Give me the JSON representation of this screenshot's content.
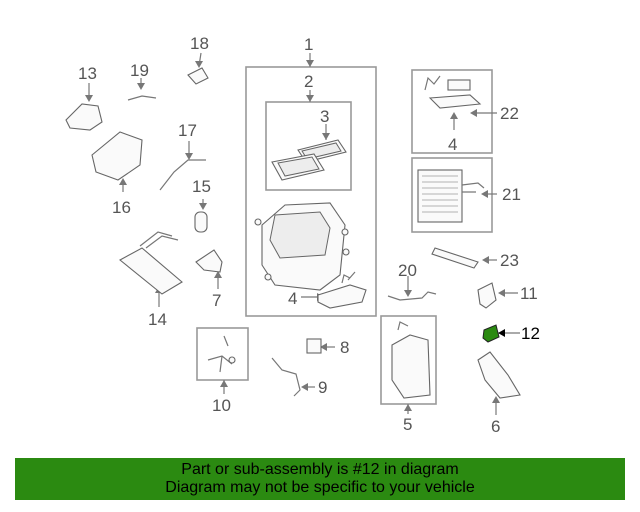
{
  "callouts": {
    "c1": "1",
    "c2": "2",
    "c3": "3",
    "c4a": "4",
    "c4b": "4",
    "c5": "5",
    "c6": "6",
    "c7": "7",
    "c8": "8",
    "c9": "9",
    "c10": "10",
    "c11": "11",
    "c12": "12",
    "c13": "13",
    "c14": "14",
    "c15": "15",
    "c16": "16",
    "c17": "17",
    "c18": "18",
    "c19": "19",
    "c20": "20",
    "c21": "21",
    "c22": "22",
    "c23": "23"
  },
  "highlight": {
    "part": "12",
    "color": "#2b8a11"
  },
  "banner": {
    "line1": "Part or sub-assembly is #12 in diagram",
    "line2": "Diagram may not be specific to your vehicle",
    "color": "#2b8a11"
  }
}
